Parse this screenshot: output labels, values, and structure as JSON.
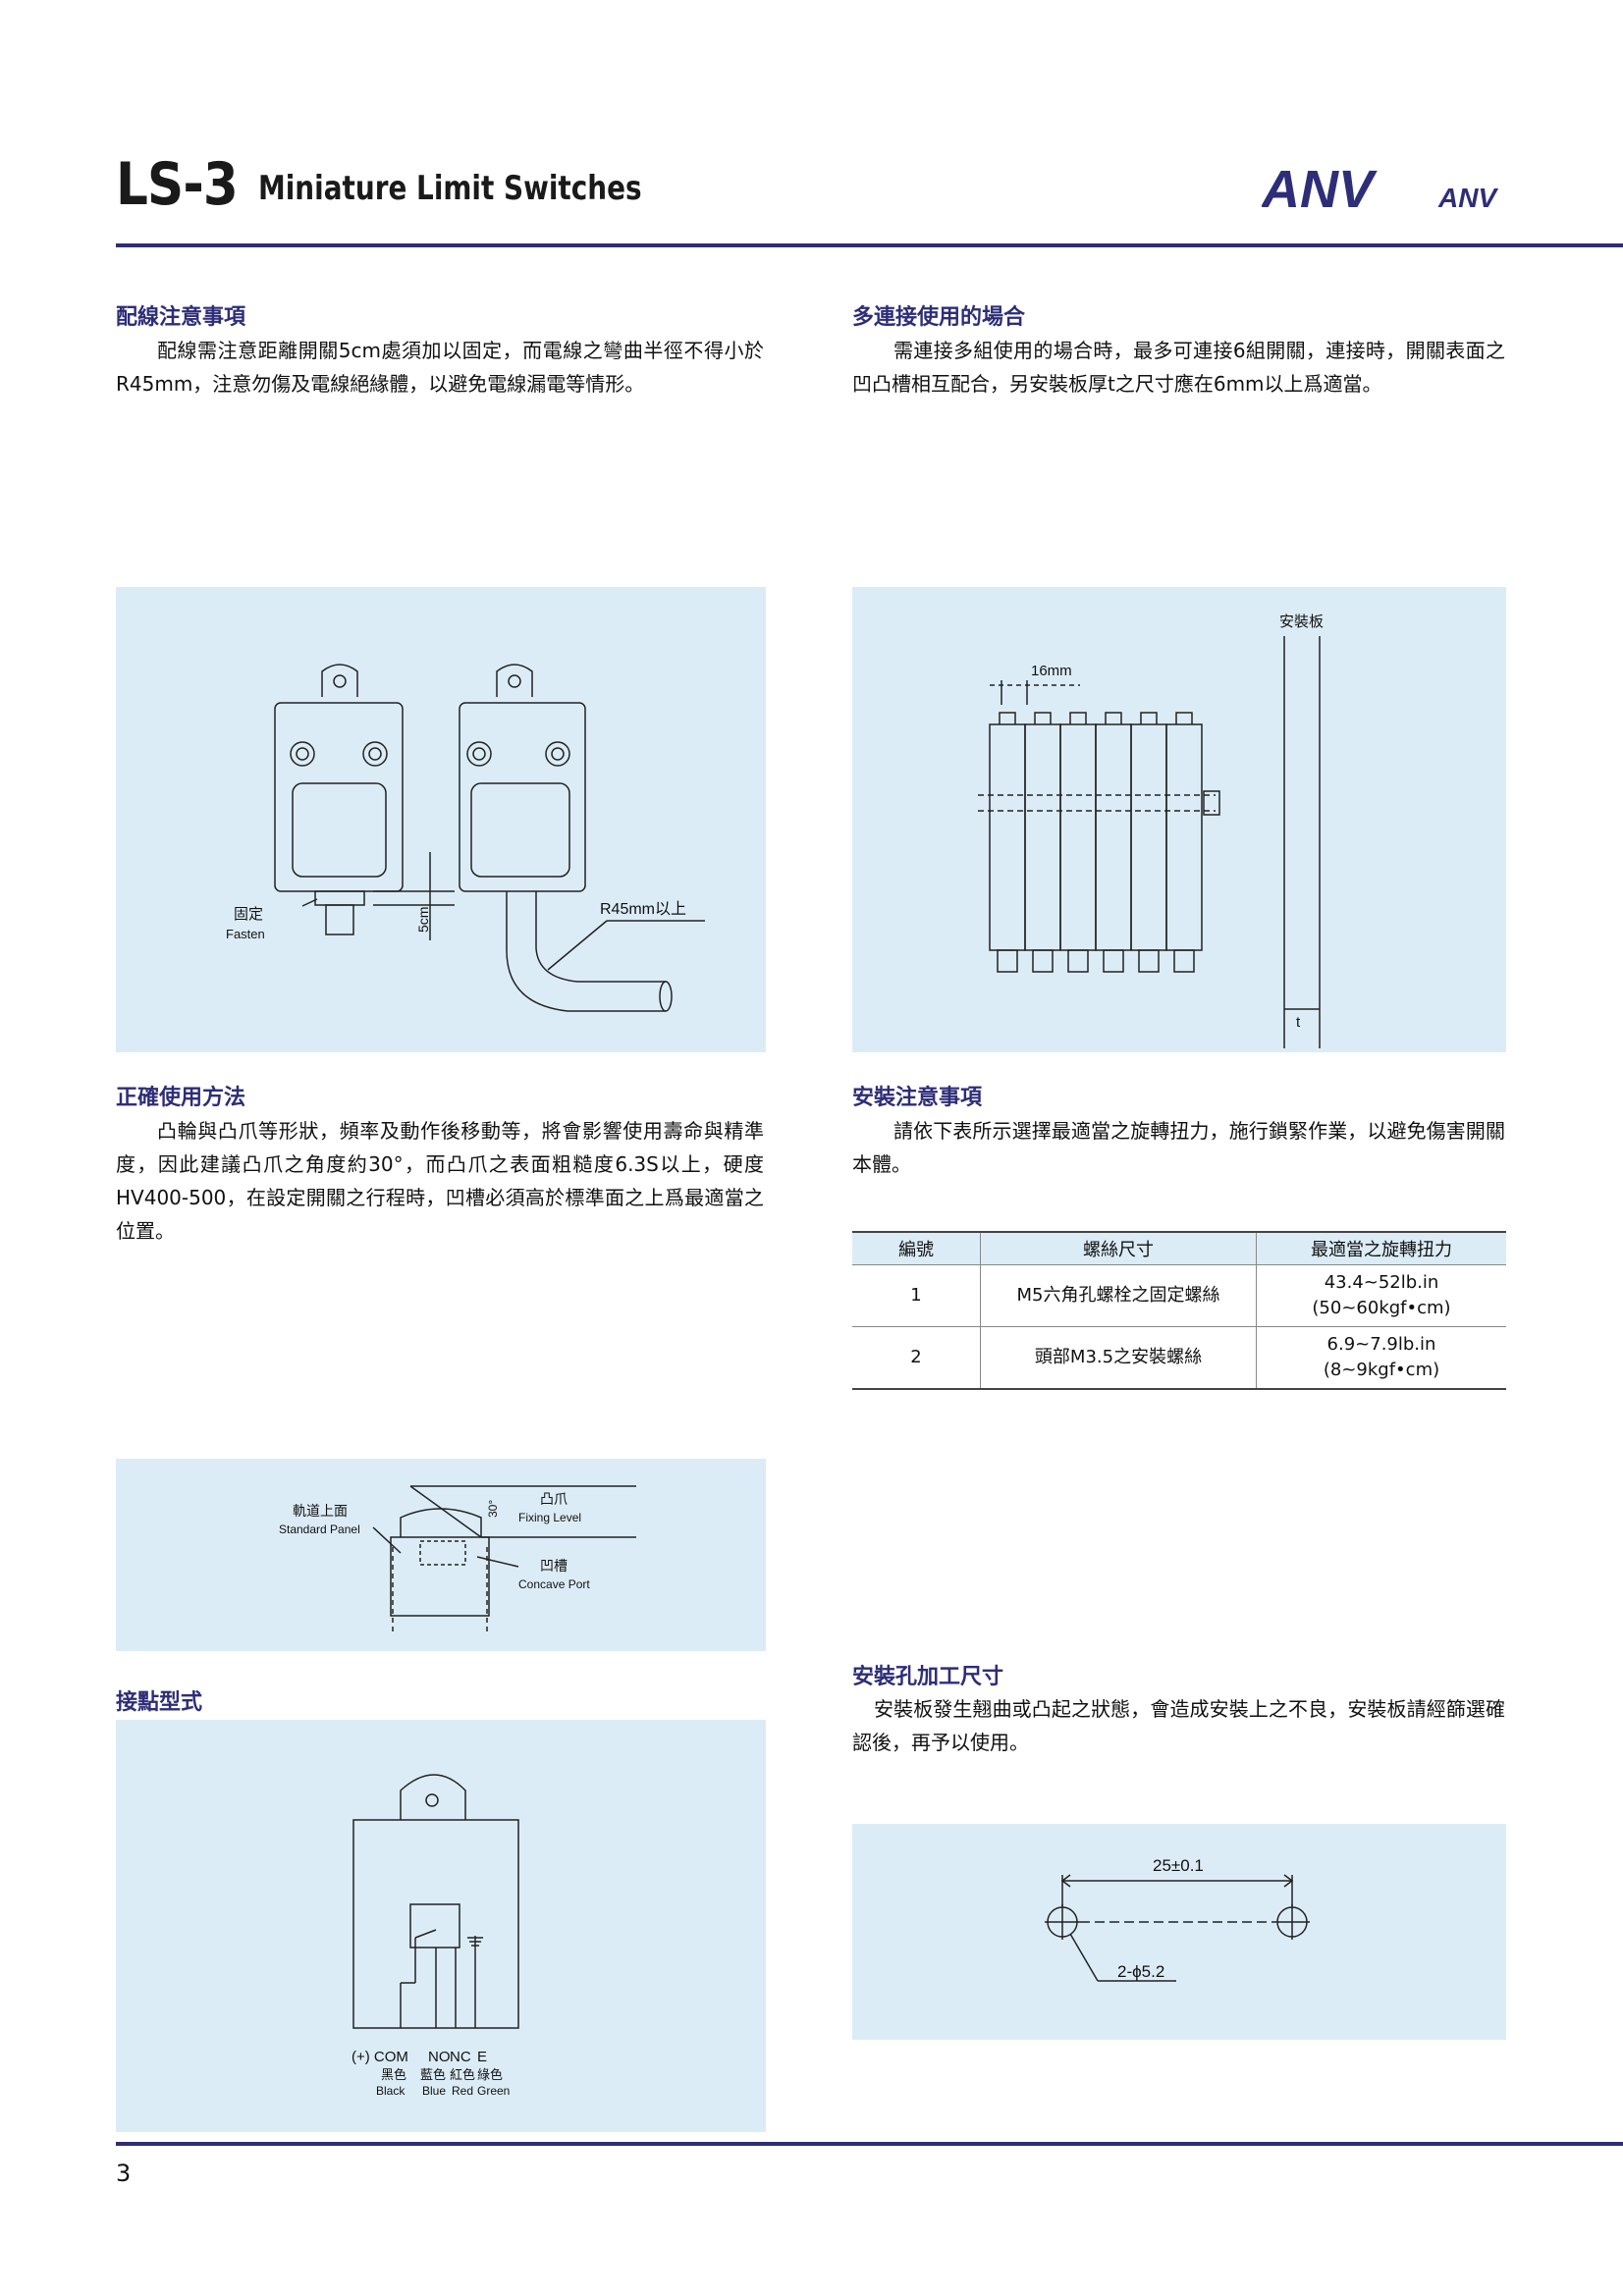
{
  "header": {
    "model": "LS-3",
    "subtitle": "Miniature Limit Switches",
    "logo_big": "ANV",
    "logo_small": "ANV"
  },
  "sections": {
    "wiring": {
      "title": "配線注意事項",
      "text": "配線需注意距離開關5cm處須加以固定，而電線之彎曲半徑不得小於R45mm，注意勿傷及電線絕緣體，以避免電線漏電等情形。",
      "labels": {
        "fasten_cn": "固定",
        "fasten_en": "Fasten",
        "dist": "5cm",
        "radius": "R45mm以上"
      }
    },
    "multi": {
      "title": "多連接使用的場合",
      "text": "需連接多組使用的場合時，最多可連接6組開關，連接時，開關表面之凹凸槽相互配合，另安裝板厚t之尺寸應在6mm以上爲適當。",
      "labels": {
        "plate": "安裝板",
        "pitch": "16mm",
        "thickness": "t"
      }
    },
    "usage": {
      "title": "正確使用方法",
      "text": "凸輪與凸爪等形狀，頻率及動作後移動等，將會影響使用壽命與精準度，因此建議凸爪之角度約30°，而凸爪之表面粗糙度6.3S以上，硬度HV400-500，在設定開關之行程時，凹槽必須高於標準面之上爲最適當之位置。",
      "labels": {
        "std_cn": "軌道上面",
        "std_en": "Standard Panel",
        "cam_cn": "凸爪",
        "cam_en": "Fixing Level",
        "concave_cn": "凹槽",
        "concave_en": "Concave Port",
        "angle": "30°"
      }
    },
    "install": {
      "title": "安裝注意事項",
      "text": "請依下表所示選擇最適當之旋轉扭力，施行鎖緊作業，以避免傷害開關本體。",
      "table": {
        "headers": [
          "編號",
          "螺絲尺寸",
          "最適當之旋轉扭力"
        ],
        "rows": [
          {
            "no": "1",
            "screw": "M5六角孔螺栓之固定螺絲",
            "torque1": "43.4~52lb.in",
            "torque2": "(50~60kgf•cm)"
          },
          {
            "no": "2",
            "screw": "頭部M3.5之安裝螺絲",
            "torque1": "6.9~7.9lb.in",
            "torque2": "(8~9kgf•cm)"
          }
        ]
      }
    },
    "contact": {
      "title": "接點型式",
      "labels": {
        "plus_com": "(+) COM",
        "no": "NO",
        "nc": "NC",
        "e": "E",
        "black_cn": "黑色",
        "blue_cn": "藍色",
        "red_cn": "紅色",
        "green_cn": "綠色",
        "black_en": "Black",
        "blue_en": "Blue",
        "red_en": "Red",
        "green_en": "Green"
      }
    },
    "holes": {
      "title": "安裝孔加工尺寸",
      "text": "安裝板發生翹曲或凸起之狀態，會造成安裝上之不良，安裝板請經篩選確認後，再予以使用。",
      "labels": {
        "spacing": "25±0.1",
        "hole": "2-ϕ5.2"
      }
    }
  },
  "footer": {
    "page": "3"
  },
  "colors": {
    "accent": "#2e2d78",
    "panel": "#dcecf7"
  }
}
